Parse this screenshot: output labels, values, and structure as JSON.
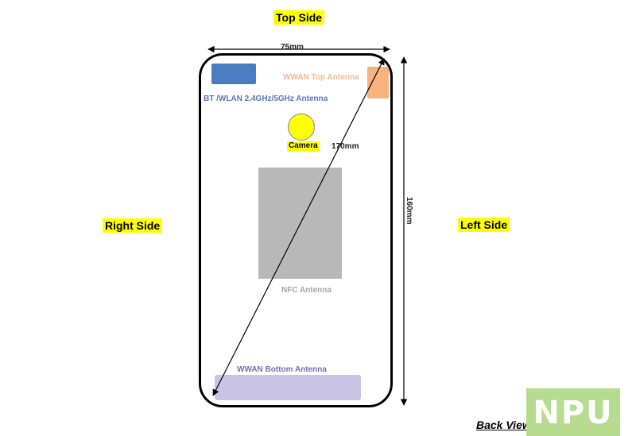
{
  "sides": {
    "top": "Top Side",
    "right": "Right Side",
    "left": "Left Side"
  },
  "dimensions": {
    "width": "75mm",
    "diagonal": "170mm",
    "height": "160mm"
  },
  "components": {
    "bt_wlan": "BT /WLAN 2.4GHz/5GHz Antenna",
    "wwan_top": "WWAN Top Antenna",
    "camera": "Camera",
    "nfc": "NFC Antenna",
    "wwan_bottom": "WWAN Bottom Antenna"
  },
  "view_label": "Back View",
  "logo_text": "NPU",
  "colors": {
    "highlight": "#ffff00",
    "bt_block": "#4a7cc2",
    "wwan_top_block": "#f7b27e",
    "nfc_block": "#b8b8b8",
    "wwan_bottom_block": "#cac4e4"
  }
}
